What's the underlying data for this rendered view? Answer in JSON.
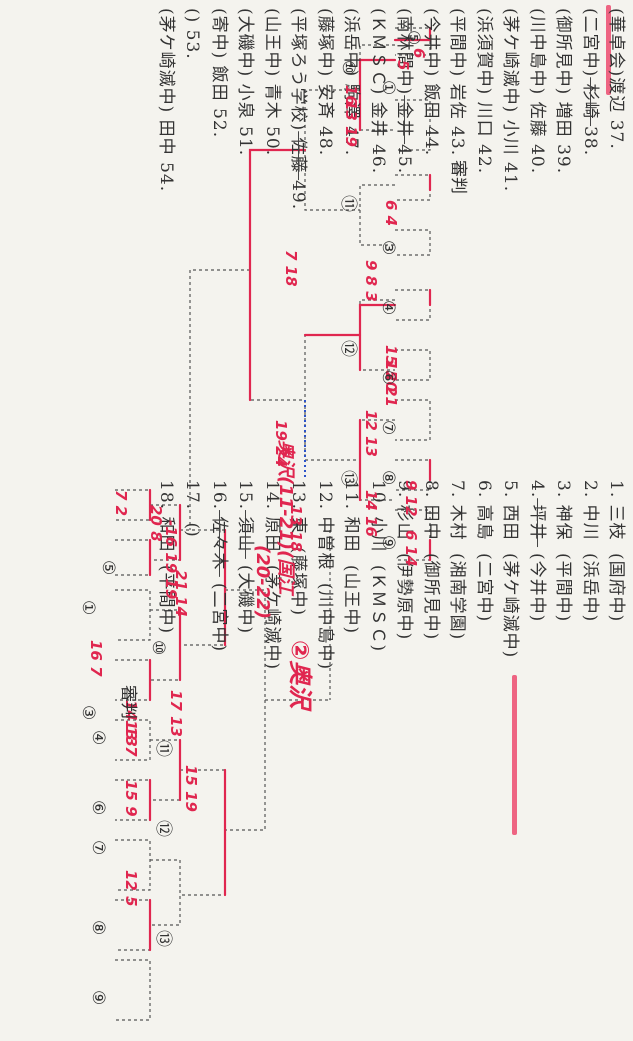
{
  "upper": {
    "entries": [
      {
        "num": "37.",
        "name": "渡辺",
        "school": "(華卓会",
        "close": ")"
      },
      {
        "num": "38.",
        "name": "杉崎",
        "school": "(二宮中",
        "close": ")"
      },
      {
        "num": "39.",
        "name": "増田",
        "school": "(御所見中)",
        "close": ""
      },
      {
        "num": "40.",
        "name": "佐藤",
        "school": "(川中島中)",
        "close": ""
      },
      {
        "num": "41.",
        "name": "小川",
        "school": "(茅ケ崎滅中",
        "close": ")"
      },
      {
        "num": "42.",
        "name": "川口",
        "school": "(浜須賀中)",
        "close": ""
      },
      {
        "num": "43.",
        "name": "岩佐",
        "school": "(平間中",
        "close": ")"
      },
      {
        "num": "44.",
        "name": "飯田",
        "school": "(今井中",
        "close": ")"
      },
      {
        "num": "45.",
        "name": "金井",
        "school": "(南林間中)",
        "close": ""
      },
      {
        "num": "46.",
        "name": "金井",
        "school": "(ＫＭＳＣ)",
        "close": ""
      },
      {
        "num": "47.",
        "name": "駒澤",
        "school": "(浜岳中",
        "close": ")"
      },
      {
        "num": "48.",
        "name": "安斉",
        "school": "(藤塚中",
        "close": ")"
      },
      {
        "num": "49.",
        "name": "佐藤",
        "school": "(平塚ろう学校",
        "close": ")"
      },
      {
        "num": "50.",
        "name": "青木",
        "school": "(山王中",
        "close": ")"
      },
      {
        "num": "51.",
        "name": "小泉",
        "school": "(大磯中",
        "close": ")"
      },
      {
        "num": "52.",
        "name": "飯田",
        "school": "(寄中",
        "close": ")"
      },
      {
        "num": "53.",
        "name": "",
        "school": "(",
        "close": ")"
      },
      {
        "num": "54.",
        "name": "田中",
        "school": "(茅ケ崎滅中",
        "close": ")"
      }
    ],
    "seeds": [
      "⑤",
      "①",
      "審判",
      "③",
      "④",
      "⑥",
      "⑦",
      "⑧",
      "⑨"
    ],
    "round2": [
      "⑩",
      "⑪",
      "⑫",
      "⑬"
    ]
  },
  "lower": {
    "entries": [
      {
        "num": "1.",
        "name": "三枝",
        "school": "(国府中",
        "close": ")"
      },
      {
        "num": "2.",
        "name": "中川",
        "school": "(浜岳中",
        "close": ")"
      },
      {
        "num": "3.",
        "name": "神保",
        "school": "(平間中",
        "close": ")"
      },
      {
        "num": "4.",
        "name": "坪井",
        "school": "(今井中",
        "close": ")"
      },
      {
        "num": "5.",
        "name": "西田",
        "school": "(茅ケ崎滅中",
        "close": ")"
      },
      {
        "num": "6.",
        "name": "高島",
        "school": "(二宮中",
        "close": ")"
      },
      {
        "num": "7.",
        "name": "木村",
        "school": "(湘南学園)",
        "close": ""
      },
      {
        "num": "8.",
        "name": "田中",
        "school": "(御所見中)",
        "close": ""
      },
      {
        "num": "9.",
        "name": "杉山",
        "school": "(伊勢原中)",
        "close": ""
      },
      {
        "num": "10.",
        "name": "小川",
        "school": "(ＫＭＳＣ)",
        "close": ""
      },
      {
        "num": "11.",
        "name": "和田",
        "school": "(山王中",
        "close": ")"
      },
      {
        "num": "12.",
        "name": "中曽根",
        "school": "(川中島中)",
        "close": ""
      },
      {
        "num": "13.",
        "name": "東",
        "school": "(藤塚中",
        "close": ")"
      },
      {
        "num": "14.",
        "name": "原田",
        "school": "(茅ケ崎滅中",
        "close": ")"
      },
      {
        "num": "15.",
        "name": "須山",
        "school": "(大磯中",
        "close": ")"
      },
      {
        "num": "16.",
        "name": "佐々木",
        "school": "(二宮中",
        "close": ")"
      },
      {
        "num": "17.",
        "name": "",
        "school": "(",
        "close": ")"
      },
      {
        "num": "18.",
        "name": "和田",
        "school": "(平間中",
        "close": ")"
      }
    ],
    "seeds": [
      "⑤",
      "①",
      "審判",
      "③",
      "④",
      "⑥",
      "⑦",
      "⑧",
      "⑨"
    ],
    "round2": [
      "⑩",
      "⑪",
      "⑫",
      "⑬"
    ]
  },
  "handwriting": {
    "center_note_1": "奥沢(11-21)(国江",
    "center_note_2": "(20-22)",
    "center_note_3": "②奥沢",
    "scores_upper": [
      "6",
      "5",
      "16",
      "13 19",
      "6 4",
      "9 8 3",
      "7 18",
      "19 24",
      "15 20",
      "15 21",
      "12 13",
      "13 18",
      "9 12",
      "14 16",
      "6 14"
    ],
    "scores_lower": [
      "7 2",
      "16 7",
      "14 13",
      "13 7",
      "15 9",
      "12 5",
      "20 8",
      "17 13",
      "-16 19 19",
      "21 14",
      "15 19"
    ]
  },
  "colors": {
    "pen": "#e0264f",
    "highlight": "#ec4a6e",
    "ink": "#333333",
    "dotted": "#2b52c8"
  }
}
